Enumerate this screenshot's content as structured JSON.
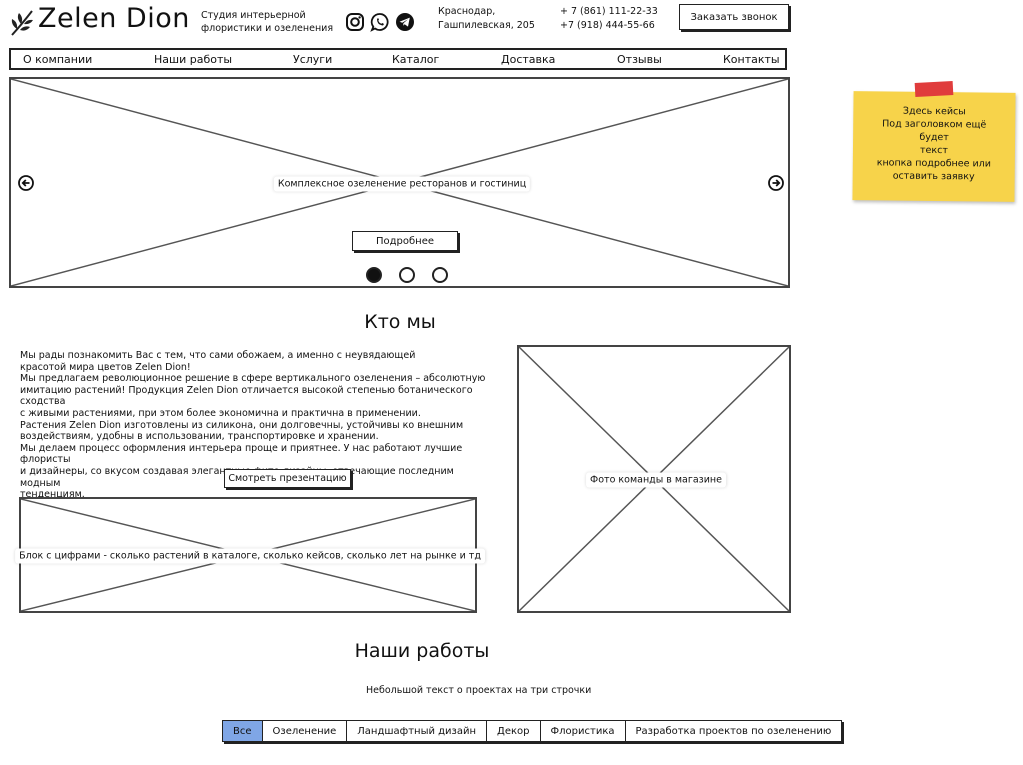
{
  "header": {
    "logo_text": "Zelen Dion",
    "logo_icon": "leaf-icon",
    "tagline_line1": "Студия интерьерной",
    "tagline_line2": "флористики и озеленения",
    "social_icons": [
      "instagram-icon",
      "whatsapp-icon",
      "telegram-icon"
    ],
    "address_line1": "Краснодар,",
    "address_line2": "Гашпилевская, 205",
    "phone1": "+ 7 (861) 111-22-33",
    "phone2": "+7 (918) 444-55-66",
    "callback_label": "Заказать звонок"
  },
  "nav": {
    "items": [
      {
        "label": "О компании"
      },
      {
        "label": "Наши работы"
      },
      {
        "label": "Услуги"
      },
      {
        "label": "Каталог"
      },
      {
        "label": "Доставка"
      },
      {
        "label": "Отзывы"
      },
      {
        "label": "Контакты"
      }
    ]
  },
  "hero": {
    "caption": "Комплексное озеленение ресторанов и гостиниц",
    "more_button": "Подробнее",
    "slides_count": 3,
    "active_slide": 1
  },
  "sticky_note": {
    "color": "#f7d34a",
    "lines": [
      "Здесь кейсы",
      "Под заголовком ещё будет",
      "текст",
      "кнопка подробнее или",
      "оставить заявку"
    ]
  },
  "about": {
    "heading": "Кто мы",
    "lines": [
      "Мы рады познакомить Вас с тем, что сами обожаем, а именно с неувядающей",
      "красотой мира цветов Zelen Dion!",
      "Мы предлагаем революционное решение в сфере вертикального озеленения – абсолютную",
      "имитацию растений! Продукция Zelen Dion отличается высокой степенью ботанического сходства",
      "с живыми растениями, при этом более экономична и практична в применении.",
      "Растения Zelen Dion изготовлены из силикона, они долговечны, устойчивы ко внешним",
      "воздействиям, удобны в использовании, транспортировке и хранении.",
      "Мы делаем процесс оформления интерьера проще и приятнее. У нас работают лучшие флористы",
      "и дизайнеры, со вкусом создавая элегантные фито-дизайны, отвечающие последним модным",
      "тенденциям."
    ],
    "presentation_button": "Смотреть презентацию",
    "numbers_caption": "Блок с цифрами - сколько растений в каталоге, сколько кейсов, сколько лет на рынке и тд",
    "team_photo_caption": "Фото команды в магазине"
  },
  "works": {
    "heading": "Наши работы",
    "subtext": "Небольшой текст о проектах на три строчки",
    "active_tab_color": "#7fa6e6",
    "tabs": [
      {
        "label": "Все"
      },
      {
        "label": "Озеленение"
      },
      {
        "label": "Ландшафтный дизайн"
      },
      {
        "label": "Декор"
      },
      {
        "label": "Флористика"
      },
      {
        "label": "Разработка проектов по озеленению"
      }
    ],
    "active_tab": 0
  }
}
